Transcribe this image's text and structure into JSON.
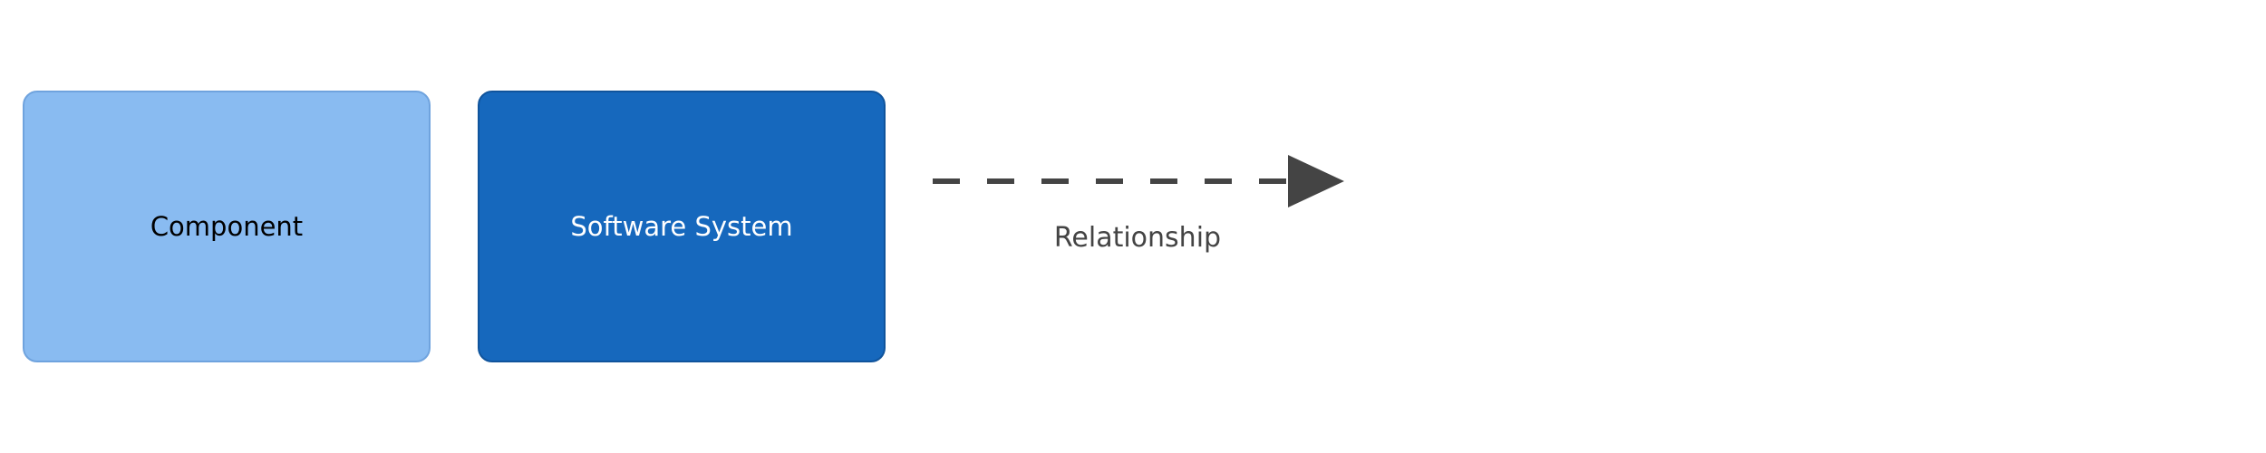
{
  "legend": {
    "items": [
      {
        "label": "Component",
        "fill_color": "#89bbf1",
        "stroke_color": "#6fa3de",
        "text_color": "#000000"
      },
      {
        "label": "Software System",
        "fill_color": "#1668bd",
        "stroke_color": "#10549c",
        "text_color": "#ffffff"
      }
    ],
    "relationship": {
      "label": "Relationship",
      "line_style": "dashed",
      "color": "#444444"
    }
  }
}
